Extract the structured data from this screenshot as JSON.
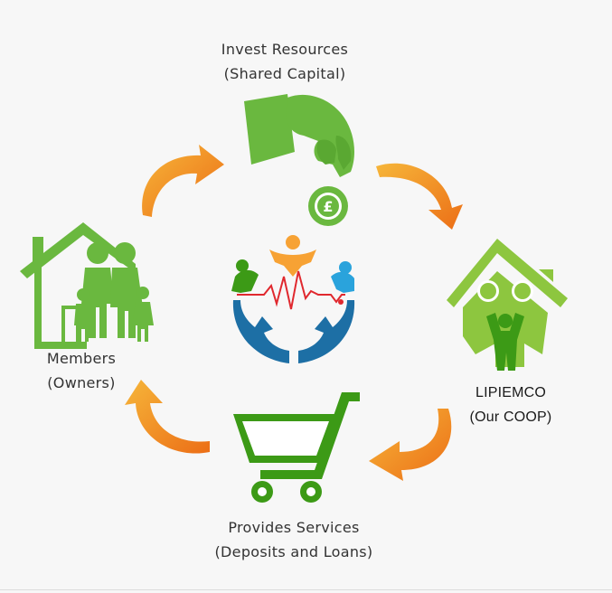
{
  "nodes": {
    "invest": {
      "line1": "Invest Resources",
      "line2": "(Shared Capital)"
    },
    "coop": {
      "line1": "LIPIEMCO",
      "line2": "(Our COOP)"
    },
    "services": {
      "line1": "Provides Services",
      "line2": "(Deposits and Loans)"
    },
    "members": {
      "line1": "Members",
      "line2": "(Owners)"
    }
  },
  "currency_symbol": "£",
  "colors": {
    "green": "#6ab83f",
    "dark_green": "#3c9a16",
    "arrow_orange": "#f07a1a",
    "arrow_yellow": "#f8c040",
    "logo_blue": "#1d6fa5",
    "logo_red": "#e0282e",
    "logo_orange": "#f7a234",
    "logo_cyan": "#2aa3dc"
  },
  "icons": [
    "hand-coin-icon",
    "house-family-icon",
    "shopping-cart-icon",
    "family-house-icon",
    "coop-logo-icon",
    "cycle-arrow-icon"
  ]
}
